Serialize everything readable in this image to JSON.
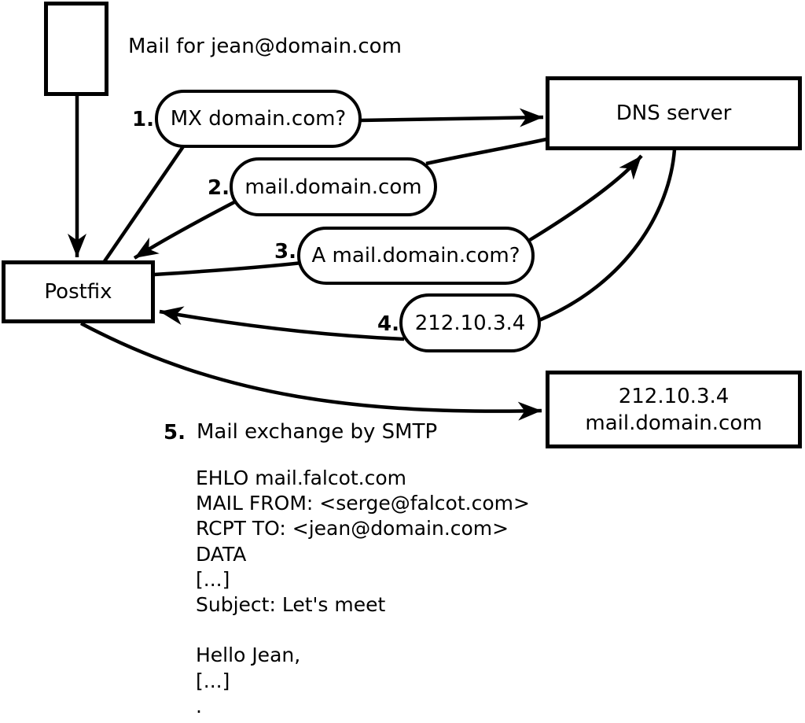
{
  "colors": {
    "stroke": "#000000",
    "background": "#ffffff"
  },
  "title": "Mail for jean@domain.com",
  "nodes": {
    "postfix": "Postfix",
    "dns_server": "DNS server",
    "mail_server": {
      "line1": "212.10.3.4",
      "line2": "mail.domain.com"
    }
  },
  "steps": [
    {
      "num": "1.",
      "label": "MX domain.com?"
    },
    {
      "num": "2.",
      "label": "mail.domain.com"
    },
    {
      "num": "3.",
      "label": "A mail.domain.com?"
    },
    {
      "num": "4.",
      "label": "212.10.3.4"
    },
    {
      "num": "5.",
      "label": "Mail exchange by SMTP"
    }
  ],
  "smtp_session": "EHLO mail.falcot.com\nMAIL FROM: <serge@falcot.com>\nRCPT TO: <jean@domain.com>\nDATA\n[...]\nSubject: Let's meet\n\nHello Jean,\n[...]\n."
}
